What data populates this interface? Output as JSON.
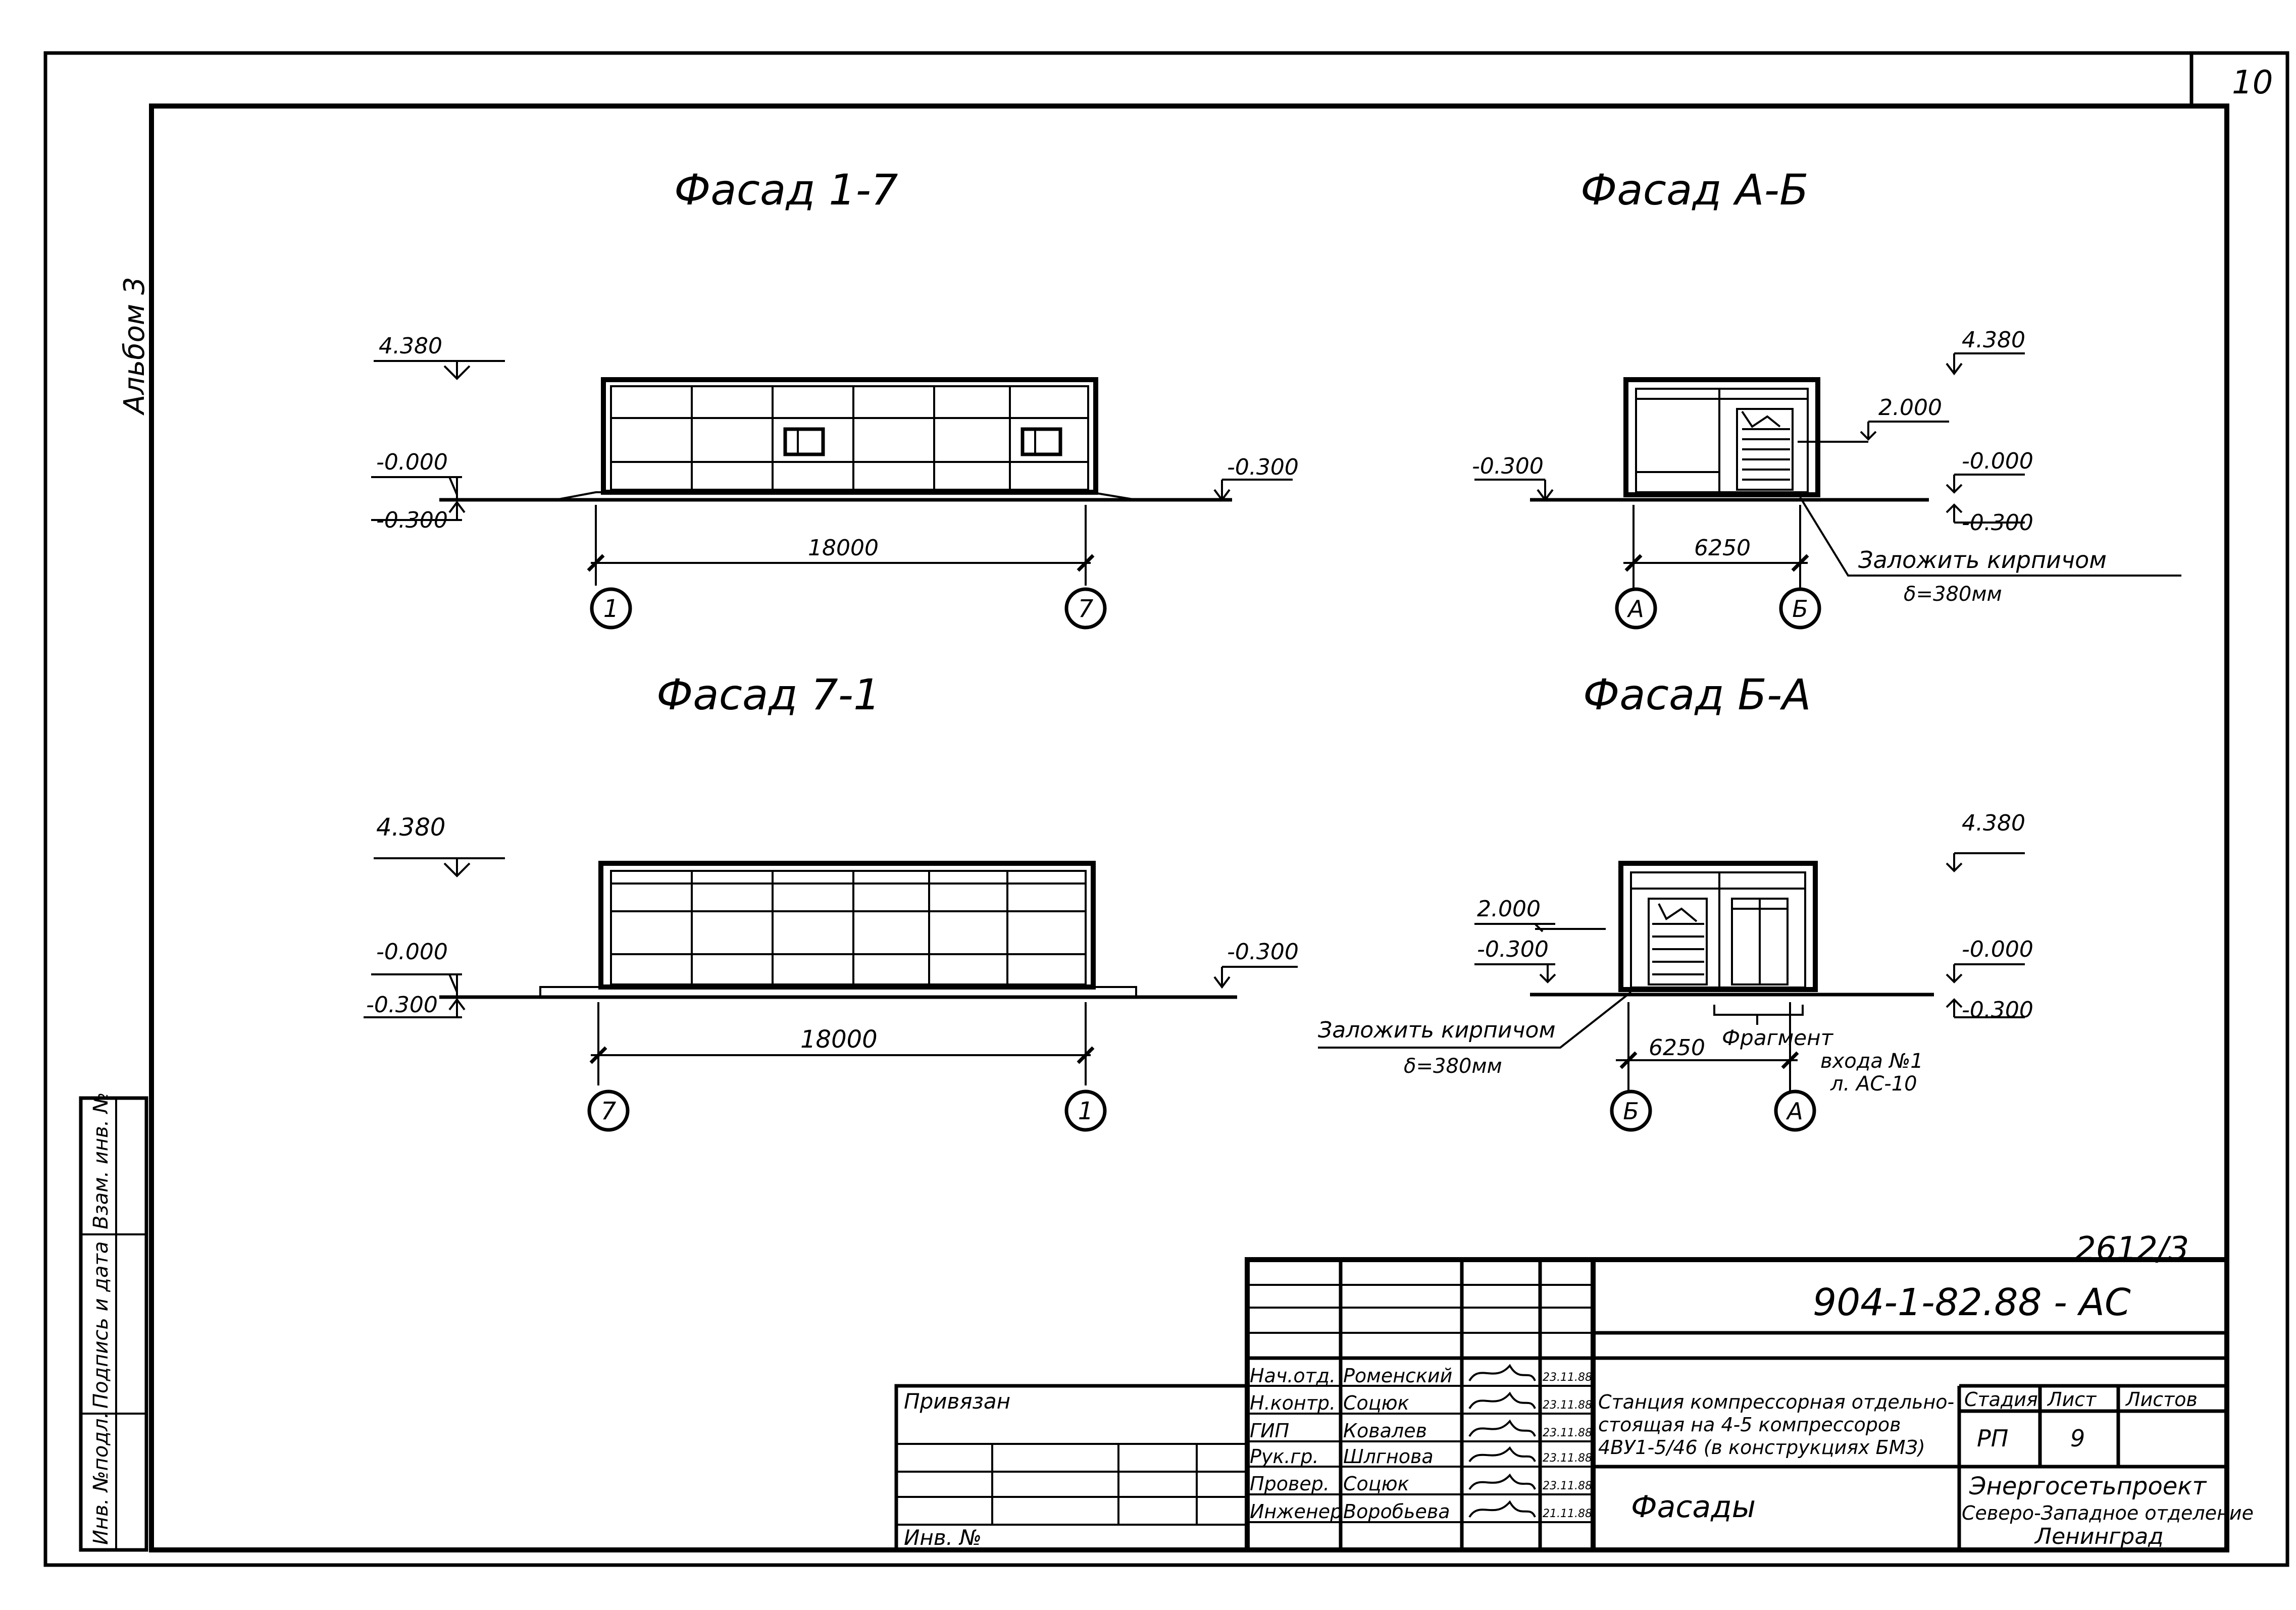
{
  "sheet_number": "10",
  "album_label": "Альбом 3",
  "side_stamp": {
    "col1": "Инв. №подл.",
    "col2": "Подпись и дата",
    "col3": "Взам. инв. №"
  },
  "views": {
    "v1": {
      "title": "Фасад 1-7",
      "top_mark": "4.380",
      "floor_mark": "-0.000",
      "ground_mark_left": "-0.300",
      "ground_mark_right": "-0.300",
      "span": "18000",
      "axis_left": "1",
      "axis_right": "7"
    },
    "v2": {
      "title": "Фасад А-Б",
      "top_mark": "4.380",
      "door_mark": "2.000",
      "floor_mark": "-0.000",
      "ground_mark_left": "-0.300",
      "ground_mark_right": "-0.300",
      "span": "6250",
      "axis_left": "А",
      "axis_right": "Б",
      "note_line1": "Заложить кирпичом",
      "note_line2": "δ=380мм"
    },
    "v3": {
      "title": "Фасад 7-1",
      "top_mark": "4.380",
      "floor_mark": "-0.000",
      "ground_mark_left": "-0.300",
      "ground_mark_right": "-0.300",
      "span": "18000",
      "axis_left": "7",
      "axis_right": "1"
    },
    "v4": {
      "title": "Фасад Б-А",
      "top_mark": "4.380",
      "door_mark": "2.000",
      "floor_mark_left": "-0.300",
      "floor_mark_right": "-0.000",
      "ground_mark_right": "-0.300",
      "span": "6250",
      "axis_left": "Б",
      "axis_right": "А",
      "note_line1": "Заложить кирпичом",
      "note_line2": "δ=380мм",
      "fragment_line1": "Фрагмент",
      "fragment_line2": "входа №1",
      "fragment_line3": "л. АС-10"
    }
  },
  "title_block": {
    "sheet_code_top": "2612/3",
    "project_code": "904-1-82.88 - АС",
    "privyazan": "Привязан",
    "inv_no": "Инв. №",
    "roles": [
      {
        "role": "Нач.отд.",
        "name": "Роменский",
        "date": "23.11.88"
      },
      {
        "role": "Н.контр.",
        "name": "Соцюк",
        "date": "23.11.88"
      },
      {
        "role": "ГИП",
        "name": "Ковалев",
        "date": "23.11.88"
      },
      {
        "role": "Рук.гр.",
        "name": "Шлгнова",
        "date": "23.11.88"
      },
      {
        "role": "Провер.",
        "name": "Соцюк",
        "date": "23.11.88"
      },
      {
        "role": "Инженер",
        "name": "Воробьева",
        "date": "21.11.88"
      }
    ],
    "object_line1": "Станция компрессорная отдельно-",
    "object_line2": "стоящая на 4-5 компрессоров",
    "object_line3": "4ВУ1-5/46 (в конструкциях БМЗ)",
    "sheet_title": "Фасады",
    "stage_label": "Стадия",
    "sheet_label": "Лист",
    "sheets_label": "Листов",
    "stage_value": "РП",
    "sheet_value": "9",
    "org_line1": "Энергосетьпроект",
    "org_line2": "Северо-Западное отделение",
    "org_line3": "Ленинград"
  }
}
